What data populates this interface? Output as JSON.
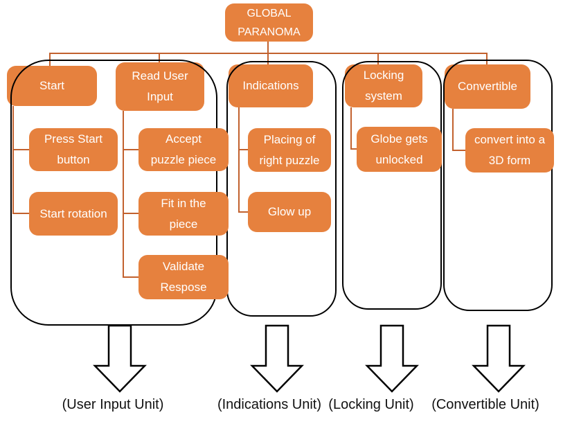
{
  "title": [
    "GLOBAL",
    "PARANOMA"
  ],
  "colors": {
    "node_fill": "#E6813E",
    "node_text": "#FFFFFF",
    "connector": "#C2612E",
    "outline": "#000000",
    "label_text": "#111111"
  },
  "nodes": {
    "start": [
      "Start"
    ],
    "read_user_input": [
      "Read User",
      "Input"
    ],
    "press_start_button": [
      "Press Start",
      "button"
    ],
    "start_rotation": [
      "Start rotation"
    ],
    "accept_puzzle_piece": [
      "Accept",
      "puzzle piece"
    ],
    "fit_in_the_piece": [
      "Fit in the",
      "piece"
    ],
    "validate_respose": [
      "Validate",
      "Respose"
    ],
    "indications": [
      "Indications"
    ],
    "placing_of_right_puzzle": [
      "Placing of",
      "right puzzle"
    ],
    "glow_up": [
      "Glow up"
    ],
    "locking_system": [
      "Locking",
      "system"
    ],
    "globe_gets_unlocked": [
      "Globe gets",
      "unlocked"
    ],
    "convertible": [
      "Convertible"
    ],
    "convert_into_3d_form": [
      "convert into a",
      "3D form"
    ]
  },
  "unit_labels": [
    "(User Input Unit)",
    "(Indications Unit)",
    "(Locking Unit)",
    "(Convertible Unit)"
  ]
}
